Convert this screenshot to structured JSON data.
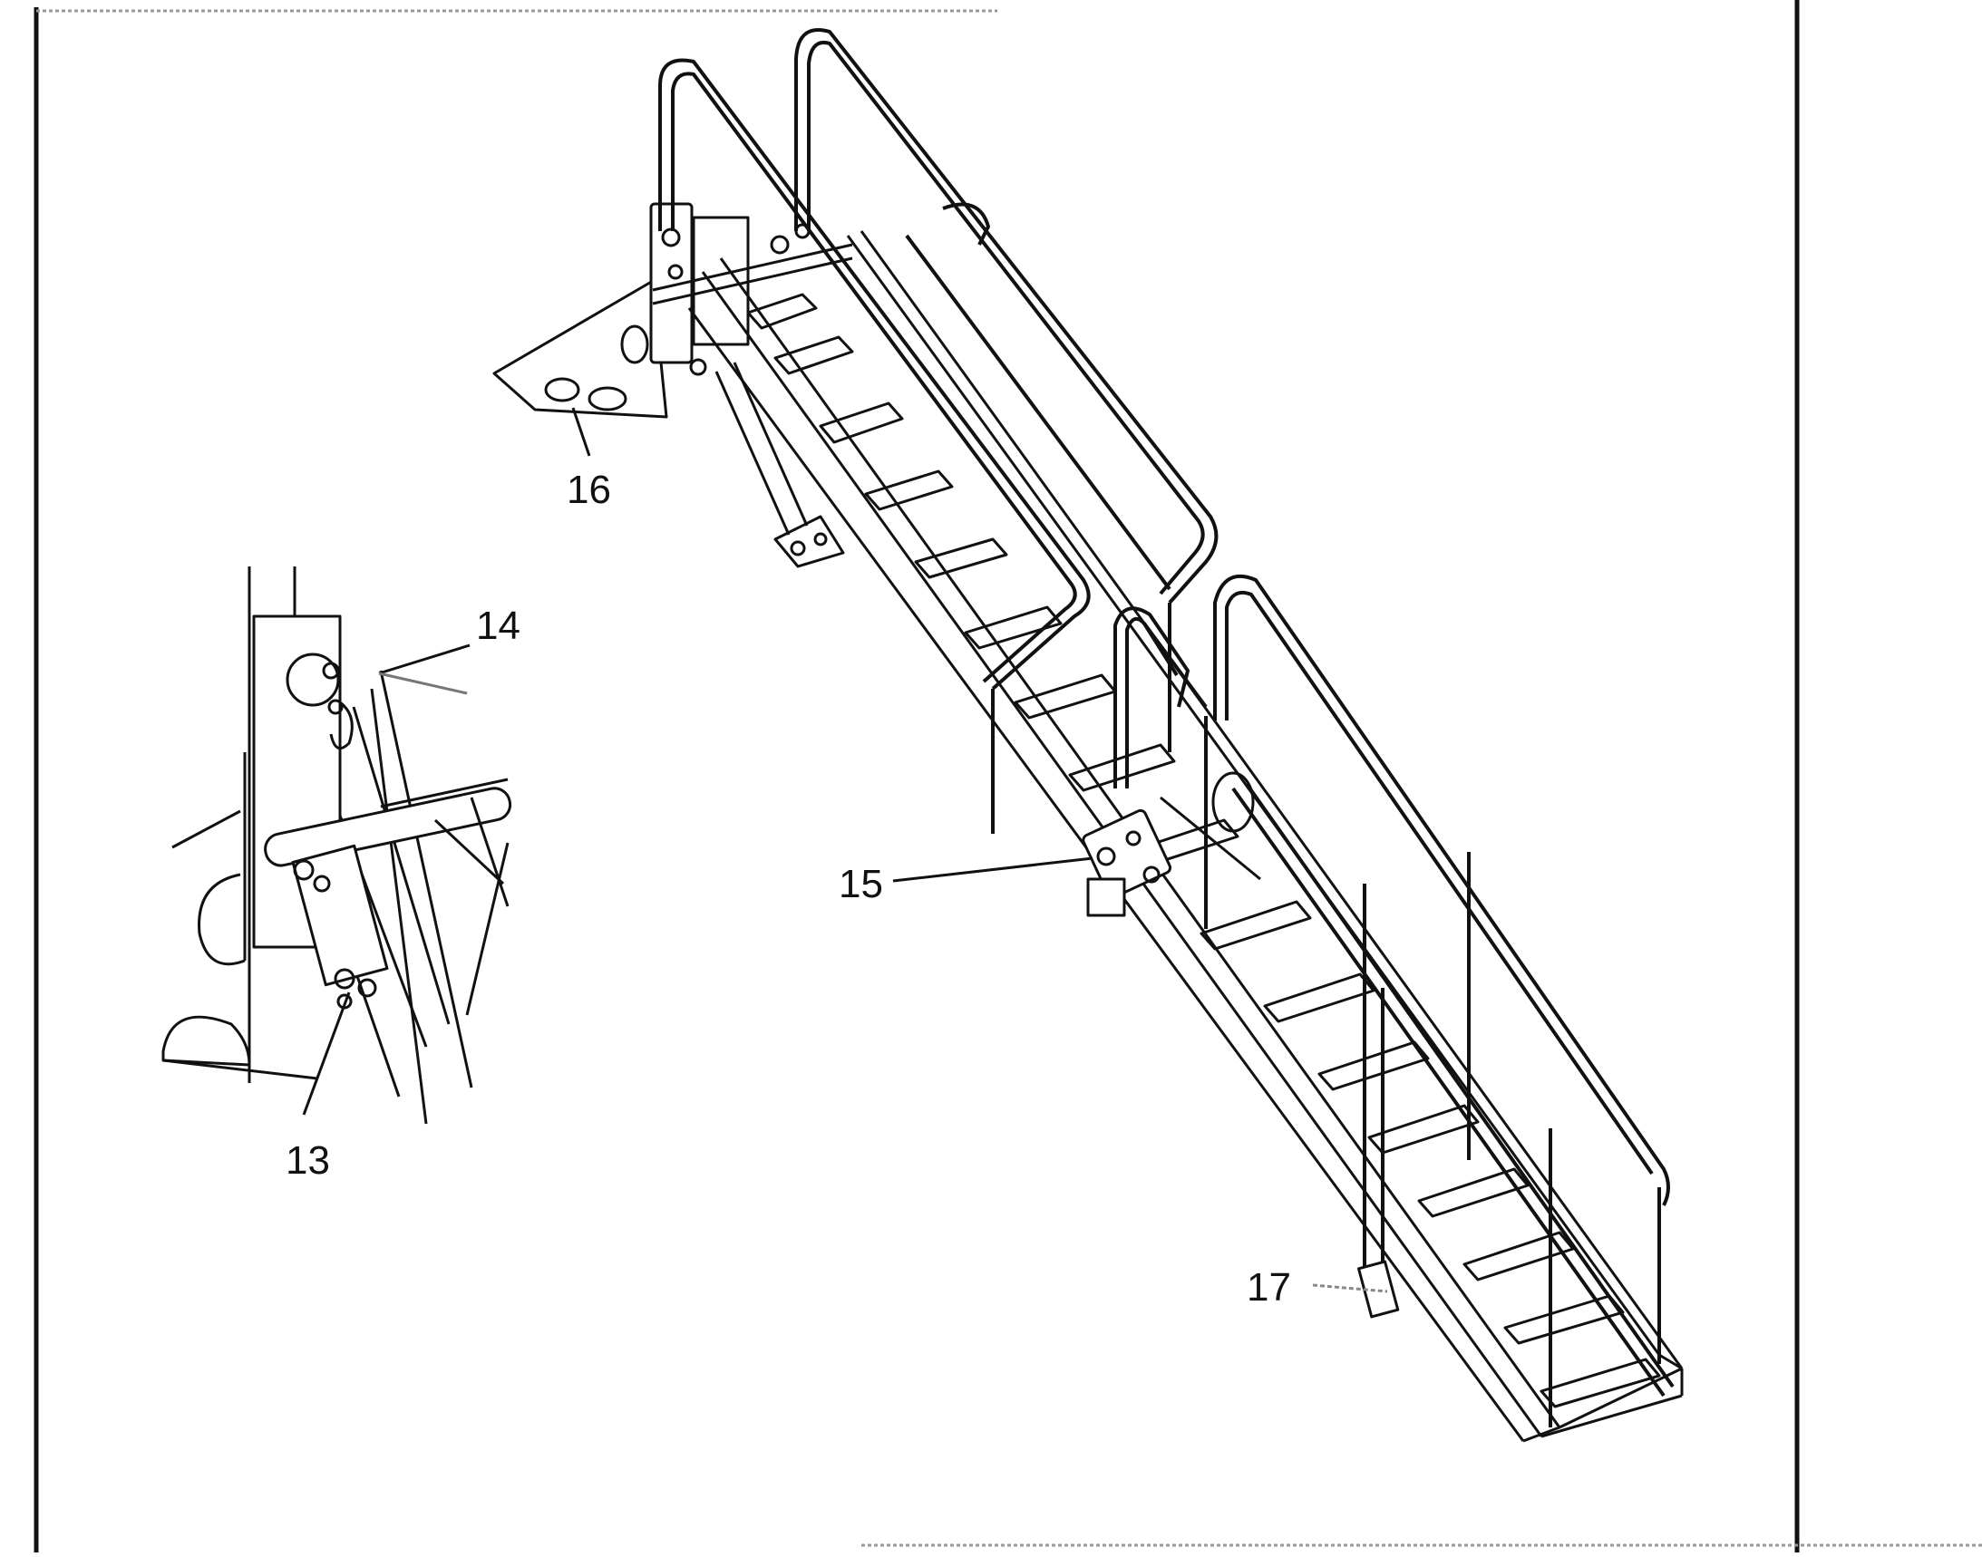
{
  "figure": {
    "callouts": {
      "c13": "13",
      "c14": "14",
      "c15": "15",
      "c16": "16",
      "c17": "17"
    }
  },
  "colors": {
    "line": "#111111",
    "background": "#ffffff",
    "leader_faint": "#888888"
  }
}
